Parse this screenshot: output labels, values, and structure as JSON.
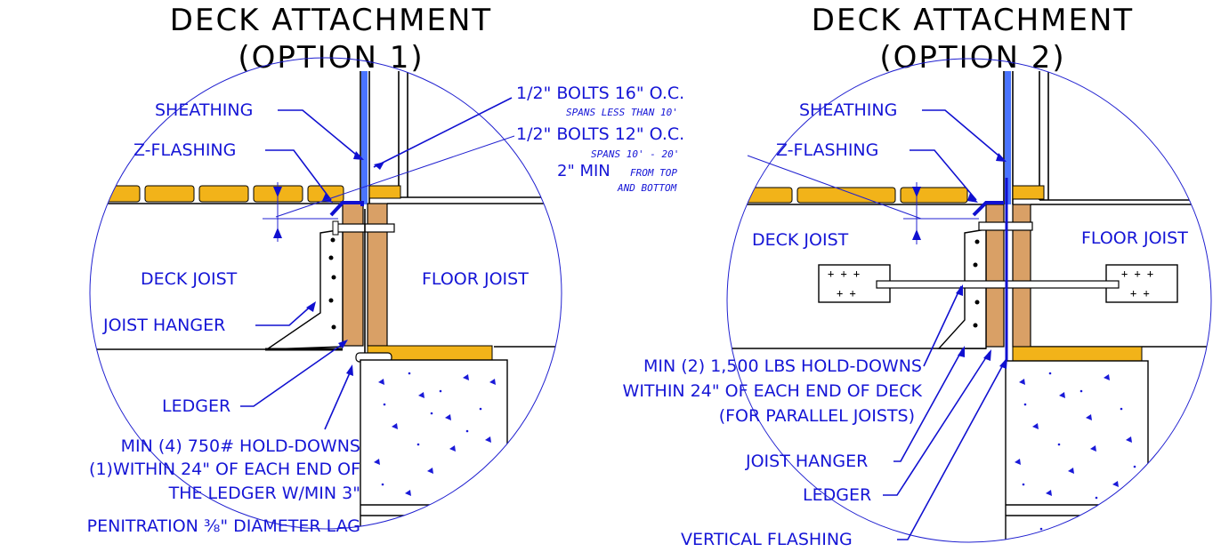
{
  "left": {
    "title_line1": "DECK ATTACHMENT",
    "title_line2": "(OPTION 1)",
    "sheathing": "SHEATHING",
    "z_flashing": "Z-FLASHING",
    "bolts16": "1/2\"  BOLTS 16\" O.C.",
    "bolts16_note": "SPANS LESS THAN 10'",
    "bolts12": "1/2\"  BOLTS 12\" O.C.",
    "bolts12_note": "SPANS 10' - 20'",
    "min2": "2\" MIN",
    "from_top": "FROM TOP",
    "and_bottom": "AND BOTTOM",
    "deck_joist": "DECK JOIST",
    "floor_joist": "FLOOR JOIST",
    "joist_hanger": "JOIST HANGER",
    "ledger": "LEDGER",
    "hold1": "MIN (4) 750# HOLD-DOWNS",
    "hold2": "(1)WITHIN 24\" OF EACH END OF",
    "hold3": "THE LEDGER W/MIN 3\"",
    "hold4": "PENITRATION ⅜\" DIAMETER LAG"
  },
  "right": {
    "title_line1": "DECK ATTACHMENT",
    "title_line2": "(OPTION 2)",
    "sheathing": "SHEATHING",
    "z_flashing": "Z-FLASHING",
    "deck_joist": "DECK JOIST",
    "floor_joist": "FLOOR JOIST",
    "hold1": "MIN (2) 1,500 LBS HOLD-DOWNS",
    "hold2": "WITHIN 24\" OF EACH END OF DECK",
    "hold3": "(FOR PARALLEL JOISTS)",
    "joist_hanger": "JOIST HANGER",
    "ledger": "LEDGER",
    "vertical_flashing": "VERTICAL FLASHING"
  },
  "colors": {
    "annotation": "#1515d6",
    "wood": "#d9a066",
    "subfloor": "#f2b319"
  }
}
